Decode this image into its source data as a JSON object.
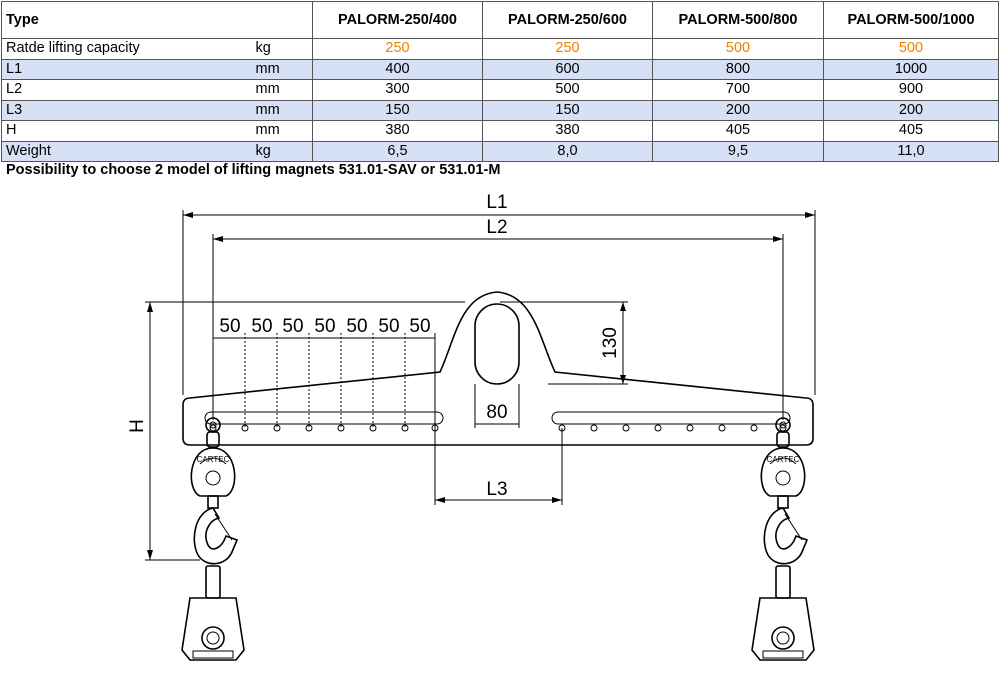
{
  "table": {
    "header": {
      "type": "Type",
      "models": [
        "PALORM-250/400",
        "PALORM-250/600",
        "PALORM-500/800",
        "PALORM-500/1000"
      ]
    },
    "rows": [
      {
        "label": "Ratde lifting capacity",
        "unit": "kg",
        "values": [
          "250",
          "250",
          "500",
          "500"
        ]
      },
      {
        "label": "L1",
        "unit": "mm",
        "values": [
          "400",
          "600",
          "800",
          "1000"
        ]
      },
      {
        "label": "L2",
        "unit": "mm",
        "values": [
          "300",
          "500",
          "700",
          "900"
        ]
      },
      {
        "label": "L3",
        "unit": "mm",
        "values": [
          "150",
          "150",
          "200",
          "200"
        ]
      },
      {
        "label": "H",
        "unit": "mm",
        "values": [
          "380",
          "380",
          "405",
          "405"
        ]
      },
      {
        "label": "Weight",
        "unit": "kg",
        "values": [
          "6,5",
          "8,0",
          "9,5",
          "11,0"
        ]
      }
    ],
    "highlight_color": "#f07f00",
    "alt_row_color": "#d6e1f5"
  },
  "note": "Possibility to choose 2 model of lifting magnets 531.01-SAV or 531.01-M",
  "drawing": {
    "dim_L1": "L1",
    "dim_L2": "L2",
    "dim_L3": "L3",
    "dim_H": "H",
    "dim_130": "130",
    "dim_80": "80",
    "spacing_labels": [
      "50",
      "50",
      "50",
      "50",
      "50",
      "50",
      "50"
    ],
    "hook_brand": "CARTEC"
  }
}
